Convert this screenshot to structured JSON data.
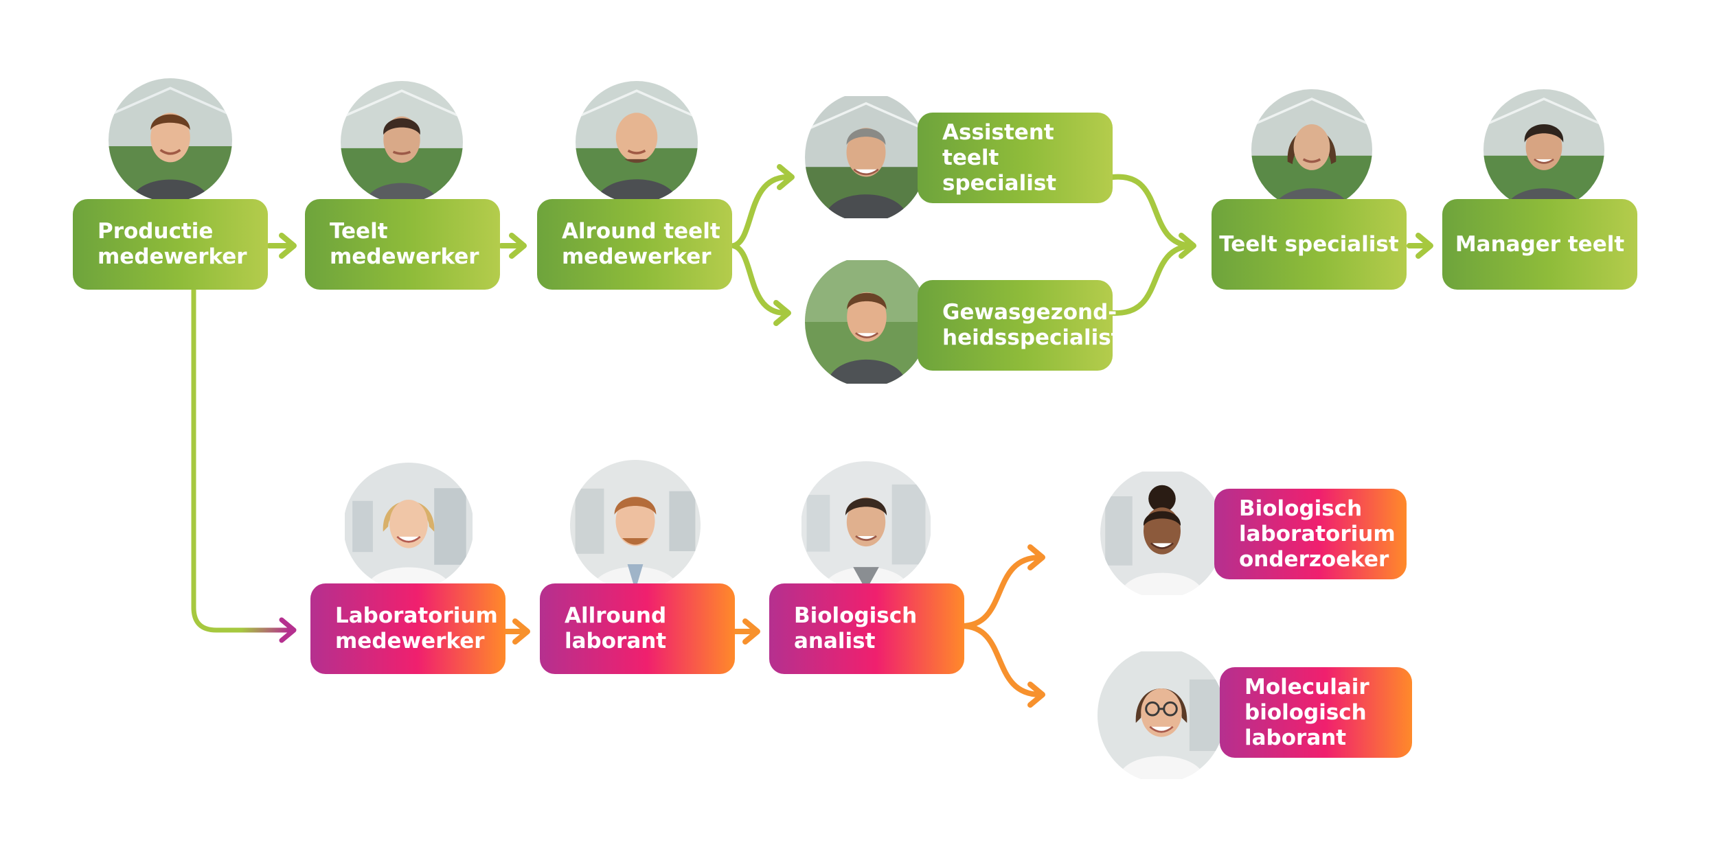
{
  "nodes": {
    "productie": {
      "lines": [
        "Productie",
        "medewerker"
      ]
    },
    "teelt_mw": {
      "lines": [
        "Teelt",
        "medewerker"
      ]
    },
    "allround_teelt": {
      "lines": [
        "Alround teelt",
        "medewerker"
      ]
    },
    "assistent": {
      "lines": [
        "Assistent teelt",
        "specialist"
      ]
    },
    "gewas": {
      "lines": [
        "Gewasgezond-",
        "heidsspecialist"
      ]
    },
    "teelt_specialist": {
      "lines": [
        "Teelt specialist"
      ]
    },
    "manager": {
      "lines": [
        "Manager teelt"
      ]
    },
    "lab_mw": {
      "lines": [
        "Laboratorium",
        "medewerker"
      ]
    },
    "allround_lab": {
      "lines": [
        "Allround",
        "laborant"
      ]
    },
    "bio_analist": {
      "lines": [
        "Biologisch",
        "analist"
      ]
    },
    "bio_onderzoeker": {
      "lines": [
        "Biologisch",
        "laboratorium",
        "onderzoeker"
      ]
    },
    "moleculair": {
      "lines": [
        "Moleculair",
        "biologisch",
        "laborant"
      ]
    }
  },
  "colors": {
    "green_arrow": "#a6c83f",
    "orange_arrow": "#f7912d",
    "green_start": "#6ea43c",
    "green_end": "#b4cc4c",
    "pink_start": "#b5308f",
    "pink_mid": "#f0206e",
    "pink_end": "#ff8a2a"
  }
}
